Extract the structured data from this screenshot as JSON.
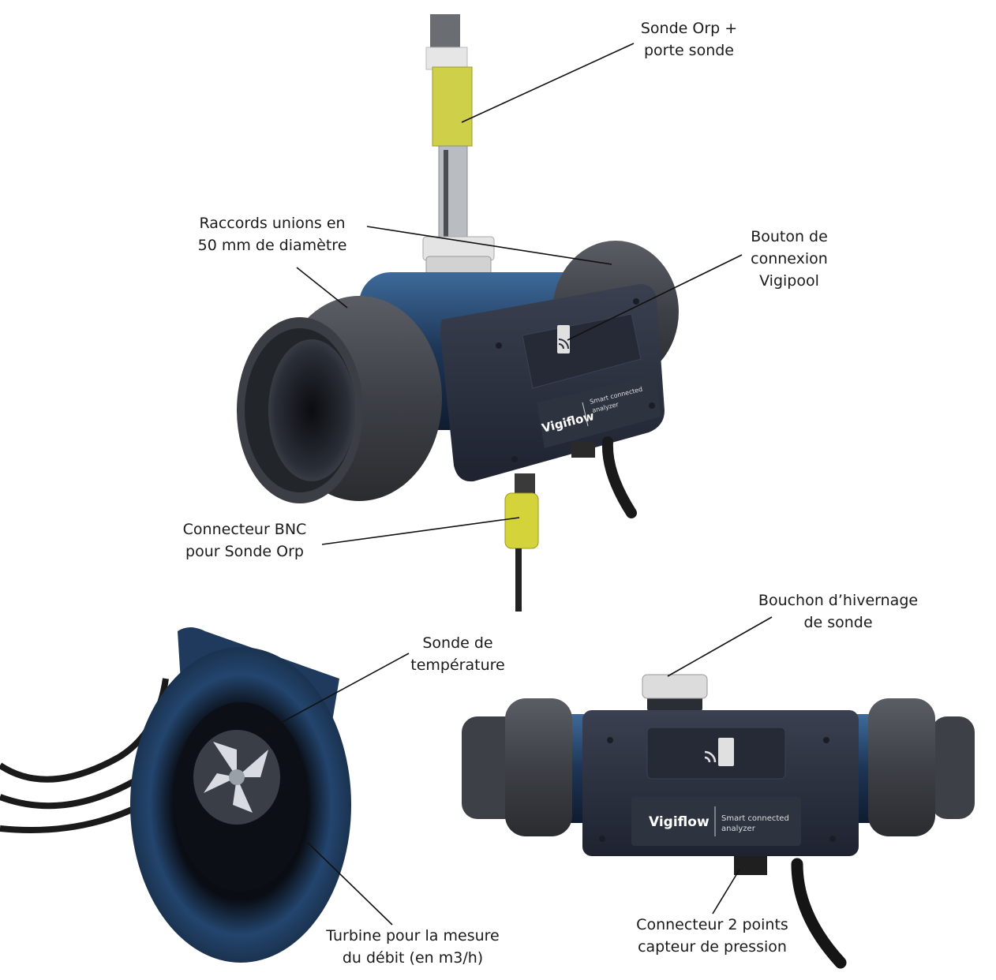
{
  "labels": {
    "sonde_orp": [
      "Sonde Orp +",
      "porte sonde"
    ],
    "raccords": [
      "Raccords unions en",
      "50 mm de diamètre"
    ],
    "bouton": [
      "Bouton de",
      "connexion",
      "Vigipool"
    ],
    "connecteur_bnc": [
      "Connecteur BNC",
      "pour Sonde Orp"
    ],
    "bouchon": [
      "Bouchon d’hivernage",
      "de sonde"
    ],
    "sonde_temp": [
      "Sonde de",
      "température"
    ],
    "turbine": [
      "Turbine pour la mesure",
      "du débit (en m3/h)"
    ],
    "connecteur_2pts": [
      "Connecteur 2 points",
      "capteur de pression"
    ]
  },
  "device": {
    "brand": "Vigiflow",
    "tagline": [
      "Smart connected",
      "analyzer"
    ]
  },
  "colors": {
    "body": "#2b3040",
    "union": "#45494f",
    "pipe": "#1f3a5c",
    "probe_yellow": "#d6d63a",
    "cap": "#dcdcdc",
    "text": "#1a1a1a",
    "leader": "#111111"
  },
  "icons": [
    "wifi-button-icon"
  ]
}
